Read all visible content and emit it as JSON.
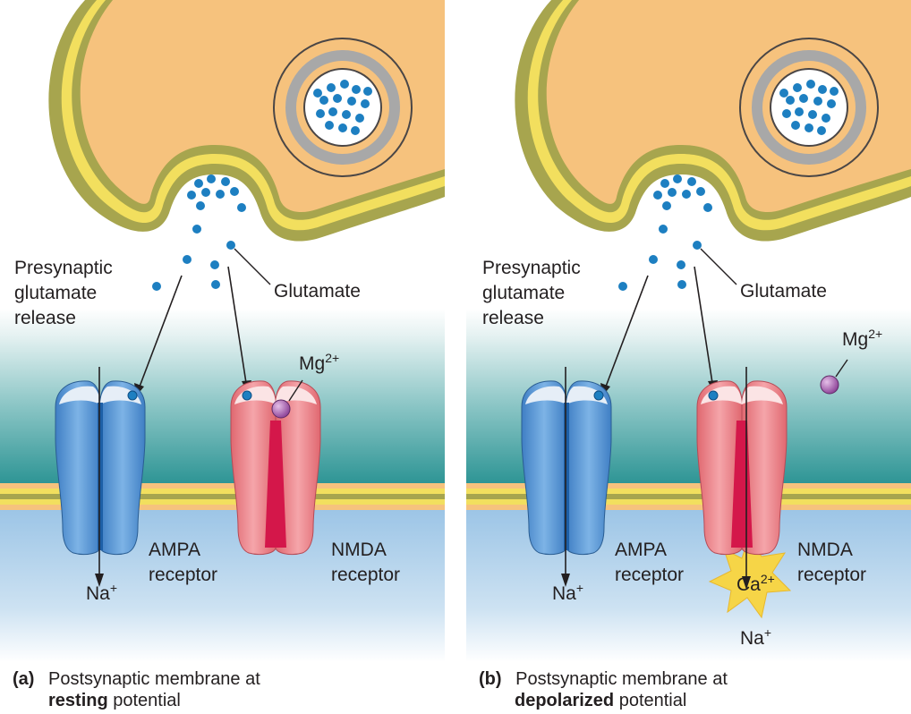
{
  "panels": [
    {
      "id": "a",
      "labels": {
        "presynaptic_1": "Presynaptic",
        "presynaptic_2": "glutamate",
        "presynaptic_3": "release",
        "glutamate": "Glutamate",
        "mg_base": "Mg",
        "mg_charge": "2+",
        "ampa_1": "AMPA",
        "ampa_2": "receptor",
        "nmda_1": "NMDA",
        "nmda_2": "receptor",
        "na_base": "Na",
        "na_charge": "+"
      },
      "caption": {
        "letter": "(a)",
        "line1": "Postsynaptic membrane at",
        "bold": "resting",
        "rest": " potential"
      }
    },
    {
      "id": "b",
      "labels": {
        "presynaptic_1": "Presynaptic",
        "presynaptic_2": "glutamate",
        "presynaptic_3": "release",
        "glutamate": "Glutamate",
        "mg_base": "Mg",
        "mg_charge": "2+",
        "ampa_1": "AMPA",
        "ampa_2": "receptor",
        "nmda_1": "NMDA",
        "nmda_2": "receptor",
        "na_base": "Na",
        "na_charge": "+",
        "ca_base": "Ca",
        "ca_charge": "2+",
        "na2_base": "Na",
        "na2_charge": "+"
      },
      "caption": {
        "letter": "(b)",
        "line1": "Postsynaptic membrane at",
        "bold": "depolarized",
        "rest": " potential"
      }
    }
  ],
  "colors": {
    "terminal_fill": "#f6c27d",
    "membrane_yellow": "#f2df5e",
    "membrane_olive": "#a7a54e",
    "cleft_top": "#ffffff",
    "cleft_teal": "#2e9595",
    "cytoplasm_blue": "#9cc3e4",
    "ampa_blue": "#5a97d6",
    "nmda_red": "#ef7f86",
    "nmda_core": "#d4174a",
    "glutamate_dot": "#1d7fc1",
    "magnesium": "#a95ab0",
    "calcium_burst": "#f6d547"
  }
}
